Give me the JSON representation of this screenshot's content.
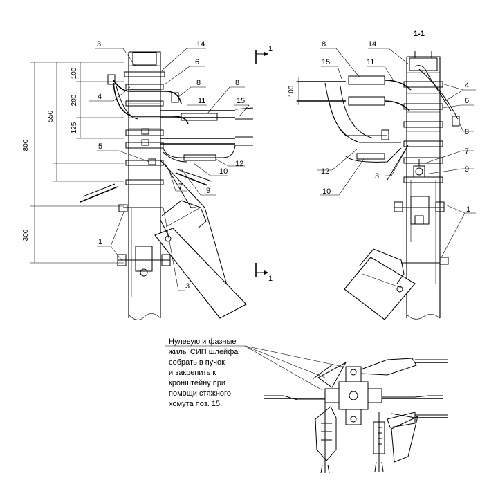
{
  "section": {
    "label": "1-1",
    "marker": "1"
  },
  "dimensions": {
    "d800": "800",
    "d550": "550",
    "d300": "300",
    "d100": "100",
    "d200": "200",
    "d125": "125",
    "d100b": "100"
  },
  "left_view_labels": {
    "l3a": "3",
    "l14": "14",
    "l6": "6",
    "l4": "4",
    "l8": "8",
    "l8b": "8",
    "l11": "11",
    "l15": "15",
    "l5": "5",
    "l12": "12",
    "l10": "10",
    "l7": "7",
    "l9": "9",
    "l1": "1",
    "l3b": "3"
  },
  "right_view_labels": {
    "l8": "8",
    "l14": "14",
    "l15": "15",
    "l11": "11",
    "l4": "4",
    "l6": "6",
    "l8b": "8",
    "l7": "7",
    "l12": "12",
    "l3": "3",
    "l9": "9",
    "l10": "10",
    "l1": "1"
  },
  "note": {
    "lines": [
      "Нулевую и фазные",
      "жилы СИП шлейфа",
      "собрать в пучок",
      "и закрепить к",
      "кронштейну при",
      "помощи стяжного",
      "хомута поз. 15."
    ]
  }
}
